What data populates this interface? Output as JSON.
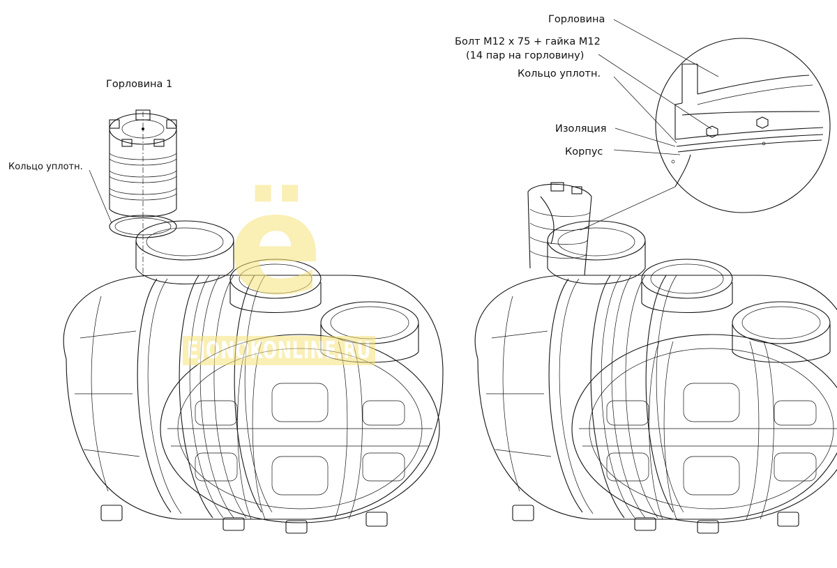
{
  "labels": {
    "neck_1": "Горловина 1",
    "seal_ring_left": "Кольцо уплотн.",
    "neck": "Горловина",
    "bolt_line1": "Болт М12 х 75 + гайка М12",
    "bolt_line2": "(14 пар на горловину)",
    "seal_ring_right": "Кольцо уплотн.",
    "insulation": "Изоляция",
    "body": "Корпус"
  },
  "watermark": {
    "letter": "ё",
    "text": "EJONOKONLINE.RU",
    "color": "#f7e27a"
  }
}
